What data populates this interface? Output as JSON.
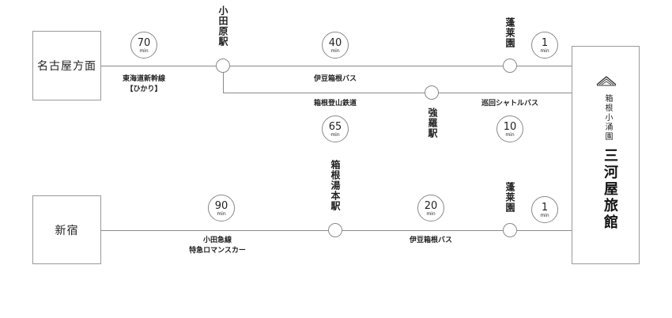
{
  "origins": {
    "nagoya": "名古屋方面",
    "shinjuku": "新宿"
  },
  "stations": {
    "odawara": "小田原駅",
    "horaien_top": "蓬莱園",
    "gora": "強羅駅",
    "hakone_yumoto": "箱根湯本駅",
    "horaien_bottom": "蓬莱園"
  },
  "times": {
    "t70": "70",
    "t40": "40",
    "t1_top": "1",
    "t65": "65",
    "t10": "10",
    "t90": "90",
    "t20": "20",
    "t1_bottom": "1",
    "unit": "min"
  },
  "routes": {
    "tokaido_line1": "東海道新幹線",
    "tokaido_line2": "【ひかり】",
    "izu_hakone_bus_top": "伊豆箱根バス",
    "hakone_tozan": "箱根登山鉄道",
    "shuttle_bus": "巡回シャトルバス",
    "odakyu_line1": "小田急線",
    "odakyu_line2": "特急ロマンスカー",
    "izu_hakone_bus_bottom": "伊豆箱根バス"
  },
  "destination": {
    "subtitle": "箱根小涌園",
    "name": "三河屋旅館"
  }
}
